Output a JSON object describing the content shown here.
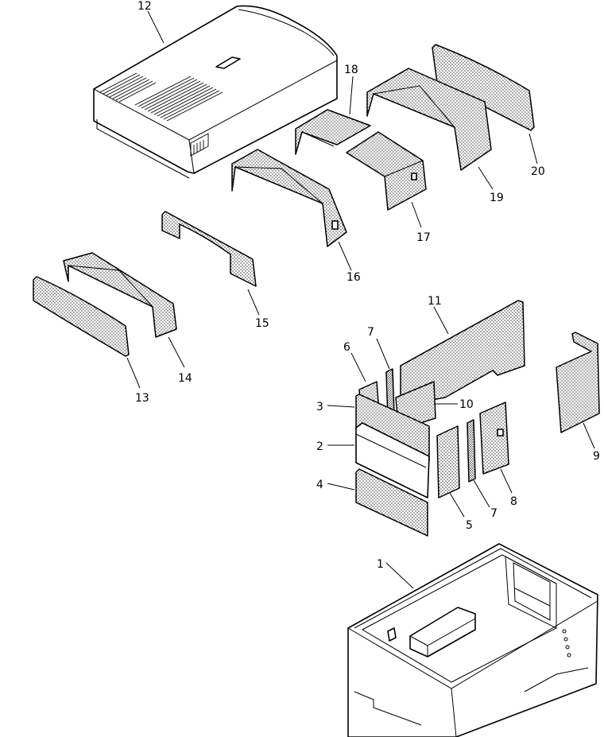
{
  "diagram": {
    "callouts": [
      {
        "id": "1",
        "label": "1"
      },
      {
        "id": "2",
        "label": "2"
      },
      {
        "id": "3",
        "label": "3"
      },
      {
        "id": "4",
        "label": "4"
      },
      {
        "id": "5",
        "label": "5"
      },
      {
        "id": "6",
        "label": "6"
      },
      {
        "id": "7a",
        "label": "7"
      },
      {
        "id": "7b",
        "label": "7"
      },
      {
        "id": "8",
        "label": "8"
      },
      {
        "id": "9",
        "label": "9"
      },
      {
        "id": "10",
        "label": "10"
      },
      {
        "id": "11",
        "label": "11"
      },
      {
        "id": "12",
        "label": "12"
      },
      {
        "id": "13",
        "label": "13"
      },
      {
        "id": "14",
        "label": "14"
      },
      {
        "id": "15",
        "label": "15"
      },
      {
        "id": "16",
        "label": "16"
      },
      {
        "id": "17",
        "label": "17"
      },
      {
        "id": "18",
        "label": "18"
      },
      {
        "id": "19",
        "label": "19"
      },
      {
        "id": "20",
        "label": "20"
      }
    ]
  }
}
